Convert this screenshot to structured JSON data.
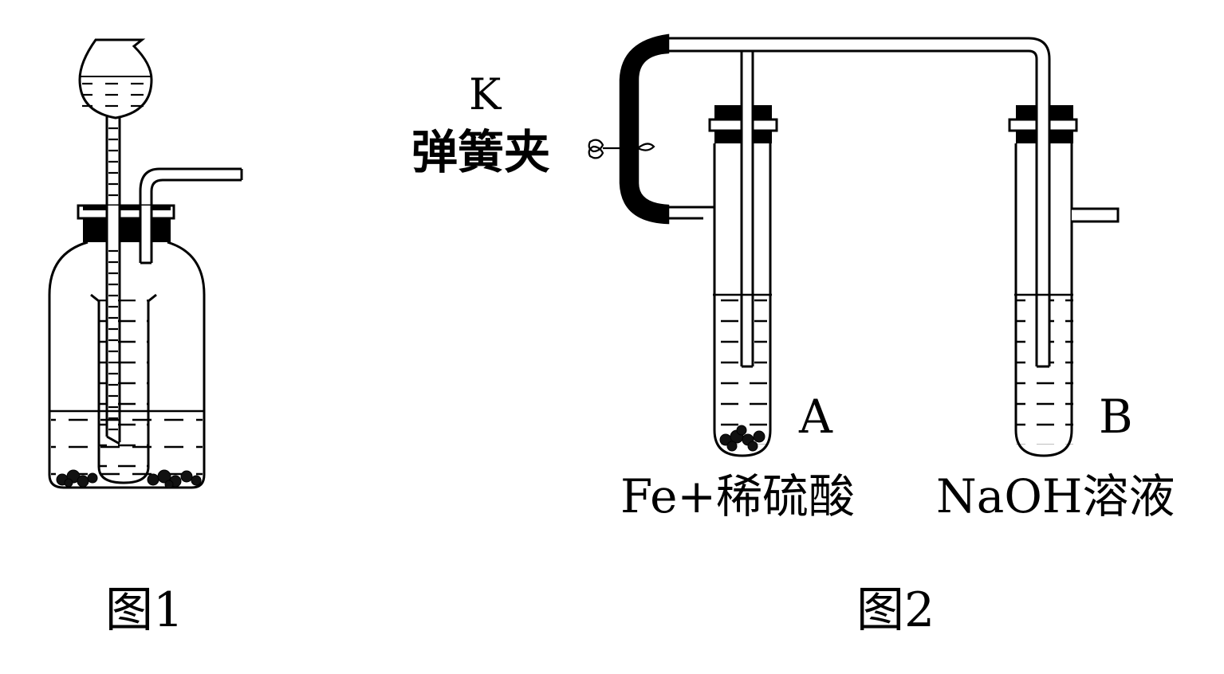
{
  "figure1": {
    "caption": "图1"
  },
  "figure2": {
    "caption": "图2",
    "clamp_letter": "K",
    "clamp_label": "弹簧夹",
    "tube_a": {
      "letter": "A",
      "contents": "Fe+稀硫酸"
    },
    "tube_b": {
      "letter": "B",
      "contents": "NaOH溶液"
    }
  },
  "colors": {
    "ink": "#000000",
    "paper": "#ffffff"
  }
}
